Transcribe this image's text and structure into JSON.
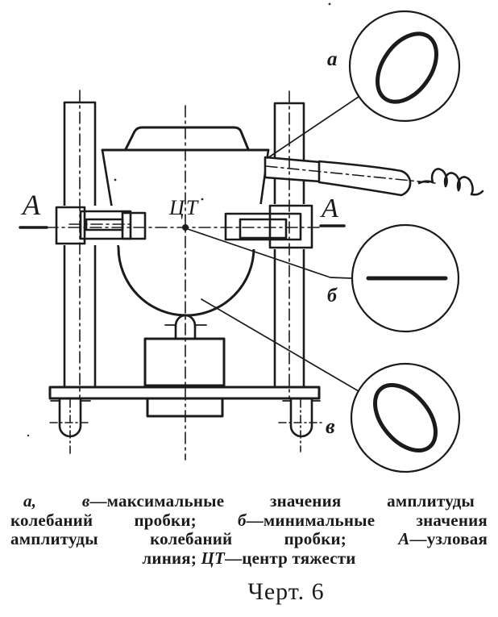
{
  "figure": {
    "labels": {
      "ct": "ЦТ",
      "a_left": "А",
      "a_right": "А",
      "detail_a": "а",
      "detail_b": "б",
      "detail_v": "в"
    }
  },
  "caption": {
    "lines": [
      {
        "style": "justify-indent",
        "segments": [
          {
            "text": "а, в",
            "italic": true
          },
          {
            "text": "—максимальные значения амплитуды",
            "italic": false
          }
        ]
      },
      {
        "style": "justify",
        "segments": [
          {
            "text": "колебаний пробки; ",
            "italic": false
          },
          {
            "text": "б",
            "italic": true
          },
          {
            "text": "—минимальные значения",
            "italic": false
          }
        ]
      },
      {
        "style": "justify",
        "segments": [
          {
            "text": "амплитуды колебаний пробки; ",
            "italic": false
          },
          {
            "text": "А",
            "italic": true
          },
          {
            "text": "—узловая",
            "italic": false
          }
        ]
      },
      {
        "style": "center",
        "segments": [
          {
            "text": "линия; ",
            "italic": false
          },
          {
            "text": "ЦТ",
            "italic": true
          },
          {
            "text": "—центр тяжести",
            "italic": false
          }
        ]
      }
    ],
    "figure_number": "Черт. 6"
  },
  "colors": {
    "ink": "#1b1b1b",
    "paper": "#ffffff"
  }
}
